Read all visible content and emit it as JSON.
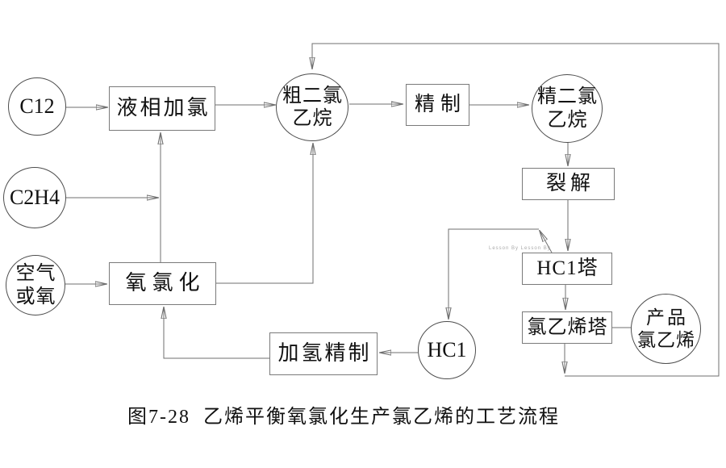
{
  "figure": {
    "caption": "图7-28  乙烯平衡氧氯化生产氯乙烯的工艺流程",
    "watermark": "Lesson By Lesson By"
  },
  "nodes": {
    "cl2": {
      "label": "C12"
    },
    "c2h4": {
      "label": "C2H4"
    },
    "air_or_oxygen": {
      "lines": [
        "空气",
        "或氧"
      ]
    },
    "liquid_phase_chlorination": {
      "label": "液相加氯"
    },
    "crude_dichloroethane": {
      "lines": [
        "粗二氯",
        "乙烷"
      ]
    },
    "refining": {
      "label": "精制"
    },
    "refined_dichloroethane": {
      "lines": [
        "精二氯",
        "乙烷"
      ]
    },
    "cracking": {
      "label": "裂解"
    },
    "hcl_tower": {
      "label": "HC1塔"
    },
    "vinyl_chloride_tower": {
      "label": "氯乙烯塔"
    },
    "product_vinyl_chloride": {
      "lines": [
        "产品",
        "氯乙烯"
      ]
    },
    "oxychlorination": {
      "label": "氧氯化"
    },
    "hydrogenation_refining": {
      "label": "加氢精制"
    },
    "hcl": {
      "label": "HC1"
    }
  },
  "colors": {
    "line": "#6f6f6f",
    "text": "#111111",
    "background": "#ffffff"
  }
}
